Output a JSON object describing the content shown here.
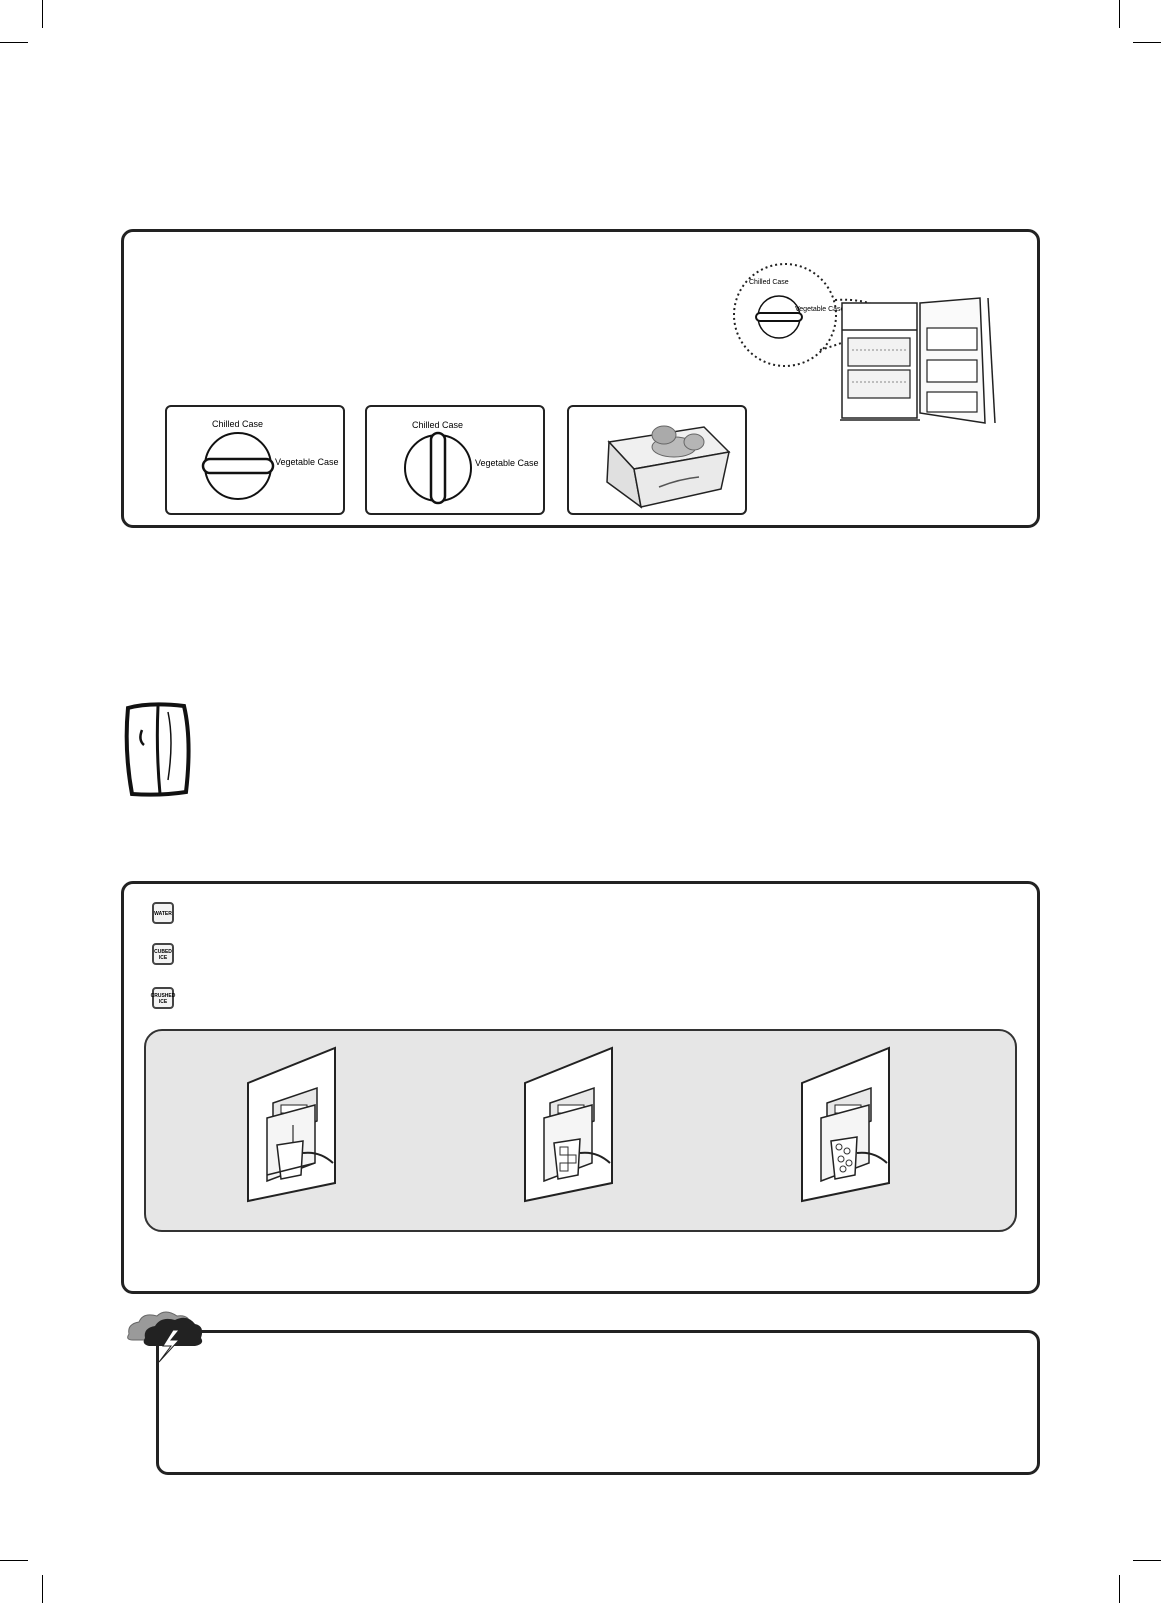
{
  "crisper": {
    "knob_labels": {
      "chilled": "Chilled Case",
      "vegetable": "Vegetable Case"
    },
    "panel1": {
      "chilled": "Chilled Case",
      "vegetable": "Vegetable Case"
    },
    "panel2": {
      "chilled": "Chilled Case",
      "vegetable": "Vegetable Case"
    },
    "callout": {
      "chilled": "Chilled Case",
      "vegetable": "Vegetable Case"
    }
  },
  "dispenser": {
    "buttons": [
      {
        "label": "WATER"
      },
      {
        "label": "CUBED\nICE"
      },
      {
        "label": "CRUSHED\nICE"
      }
    ]
  },
  "icons": {
    "fridge": "refrigerator-icon",
    "note": "storm-cloud-lightning-icon"
  }
}
